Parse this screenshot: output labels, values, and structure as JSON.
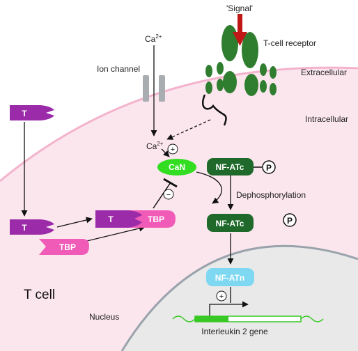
{
  "labels": {
    "signal": "'Signal'",
    "tcell_receptor": "T-cell receptor",
    "ca_outside": "Ca",
    "ca_outside_sup": "2+",
    "ion_channel": "Ion channel",
    "extracellular": "Extracellular",
    "intracellular": "Intracellular",
    "ca_inside": "Ca",
    "ca_inside_sup": "2+",
    "plus1": "+",
    "minus": "−",
    "plus2": "+",
    "dephosphorylation": "Dephosphorylation",
    "tcell": "T cell",
    "nucleus": "Nucleus",
    "gene": "Interleukin 2 gene"
  },
  "molecules": {
    "t_top": "T",
    "t_bottom": "T",
    "t_complex": "T",
    "tbp_complex": "TBP",
    "tbp_free": "TBP",
    "can": "CaN",
    "nfatc_p": "NF-ATc",
    "phospho1": "P",
    "nfatc": "NF-ATc",
    "phospho2": "P",
    "nfatn": "NF-ATn"
  },
  "colors": {
    "cell_fill": "#fbe6ee",
    "membrane": "#f3b3cc",
    "nucleus_fill": "#e9e9e9",
    "nucleus_membrane": "#9aa3ab",
    "t_protein": "#9b2ba8",
    "tbp": "#f05bb7",
    "calcineurin": "#33dd22",
    "nfat_cyto": "#1f6a2a",
    "nfat_nuclear": "#7fd8f2",
    "receptor": "#2f7d2f",
    "signal_arrow": "#c01717",
    "channel": "#a8adb2",
    "gene_dna": "#37c823"
  }
}
